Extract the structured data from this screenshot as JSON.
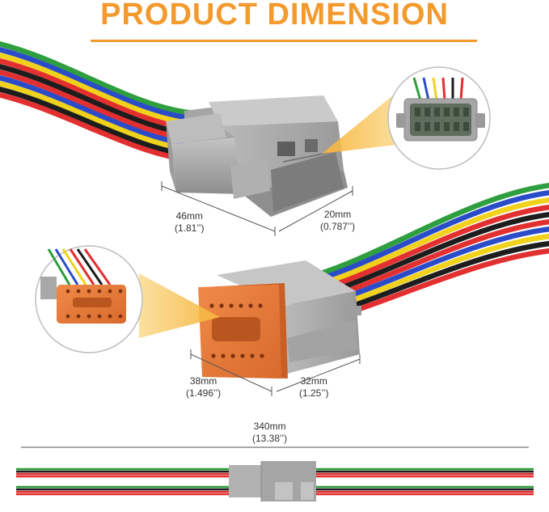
{
  "header": {
    "title": "PRODUCT DIMENSION"
  },
  "colors": {
    "accent": "#f29a2e",
    "housing_gray": "#a9a9a9",
    "connector_orange": "#e07a3c"
  },
  "wire_colors": [
    "#2e9e3e",
    "#2b4cc9",
    "#f0d21c",
    "#e23030",
    "#1d1d1d",
    "#e23030",
    "#2b4cc9",
    "#f0d21c",
    "#1d1d1d",
    "#e23030"
  ],
  "dimensions": {
    "male_length": {
      "metric": "46mm",
      "imperial": "(1.81’’)"
    },
    "male_width": {
      "metric": "20mm",
      "imperial": "(0.787’’)"
    },
    "female_length": {
      "metric": "38mm",
      "imperial": "(1.496’’)"
    },
    "female_width": {
      "metric": "32mm",
      "imperial": "(1.25’’)"
    },
    "total_length": {
      "metric": "340mm",
      "imperial": "(13.38’’)"
    }
  }
}
